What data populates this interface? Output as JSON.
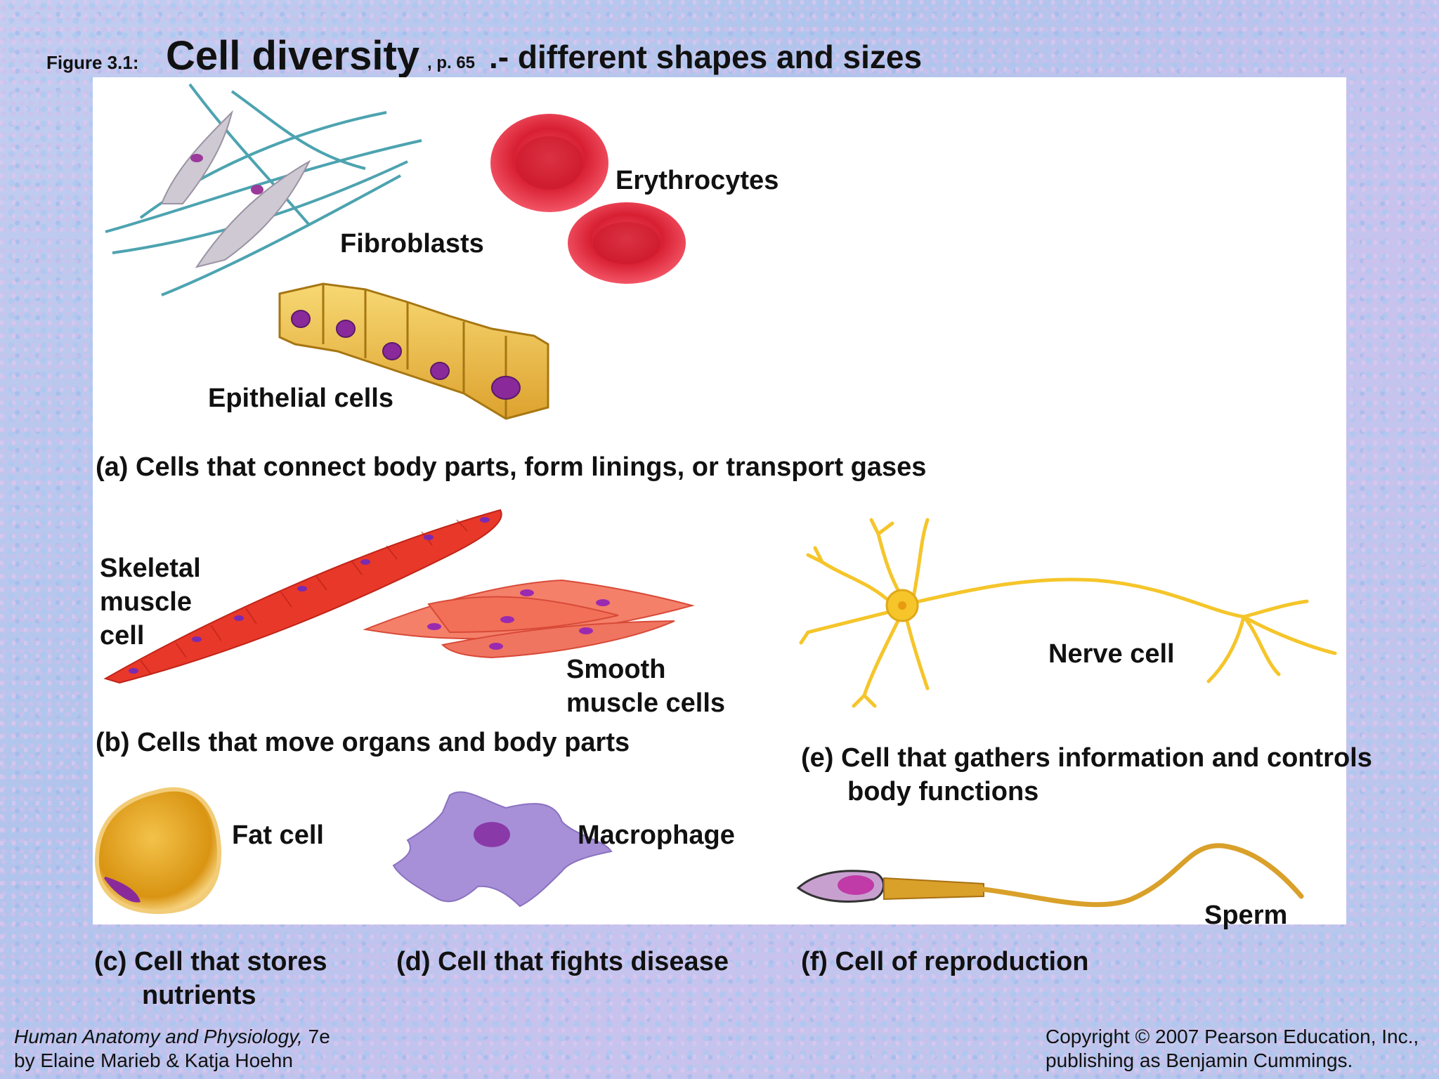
{
  "title": {
    "figure": "Figure 3.1:",
    "main": "Cell diversity",
    "page": ", p. 65",
    "rest": ".- different shapes and sizes"
  },
  "labels": {
    "fibroblasts": "Fibroblasts",
    "erythrocytes": "Erythrocytes",
    "epithelial": "Epithelial cells",
    "skeletal_1": "Skeletal",
    "skeletal_2": "muscle",
    "skeletal_3": "cell",
    "smooth_1": "Smooth",
    "smooth_2": "muscle cells",
    "nerve": "Nerve cell",
    "fat": "Fat cell",
    "macrophage": "Macrophage",
    "sperm": "Sperm"
  },
  "captions": {
    "a": "(a) Cells that connect body parts, form linings, or transport gases",
    "b": "(b) Cells that move organs and body parts",
    "c_1": "(c) Cell that stores",
    "c_2": "nutrients",
    "d": "(d) Cell that fights disease",
    "e_1": "(e) Cell that gathers information and controls",
    "e_2": "body functions",
    "f": "(f) Cell of reproduction"
  },
  "footer": {
    "book_title": "Human Anatomy and Physiology,",
    "edition": " 7e",
    "authors": "by Elaine Marieb & Katja Hoehn",
    "copyright_1": "Copyright © 2007 Pearson Education, Inc.,",
    "copyright_2": "publishing as Benjamin Cummings."
  },
  "colors": {
    "panel": "#ffffff",
    "fibroblast_fiber": "#3a9aa8",
    "fibroblast_cell": "#c9c3ce",
    "erythrocyte": "#e8283a",
    "epithelial": "#e9b63a",
    "nucleus": "#8a2a9a",
    "skeletal_muscle": "#e8382a",
    "smooth_muscle": "#f07058",
    "nerve": "#f5c52a",
    "fat": "#e4a21c",
    "macrophage": "#a690d6",
    "sperm": "#d9a02a"
  }
}
